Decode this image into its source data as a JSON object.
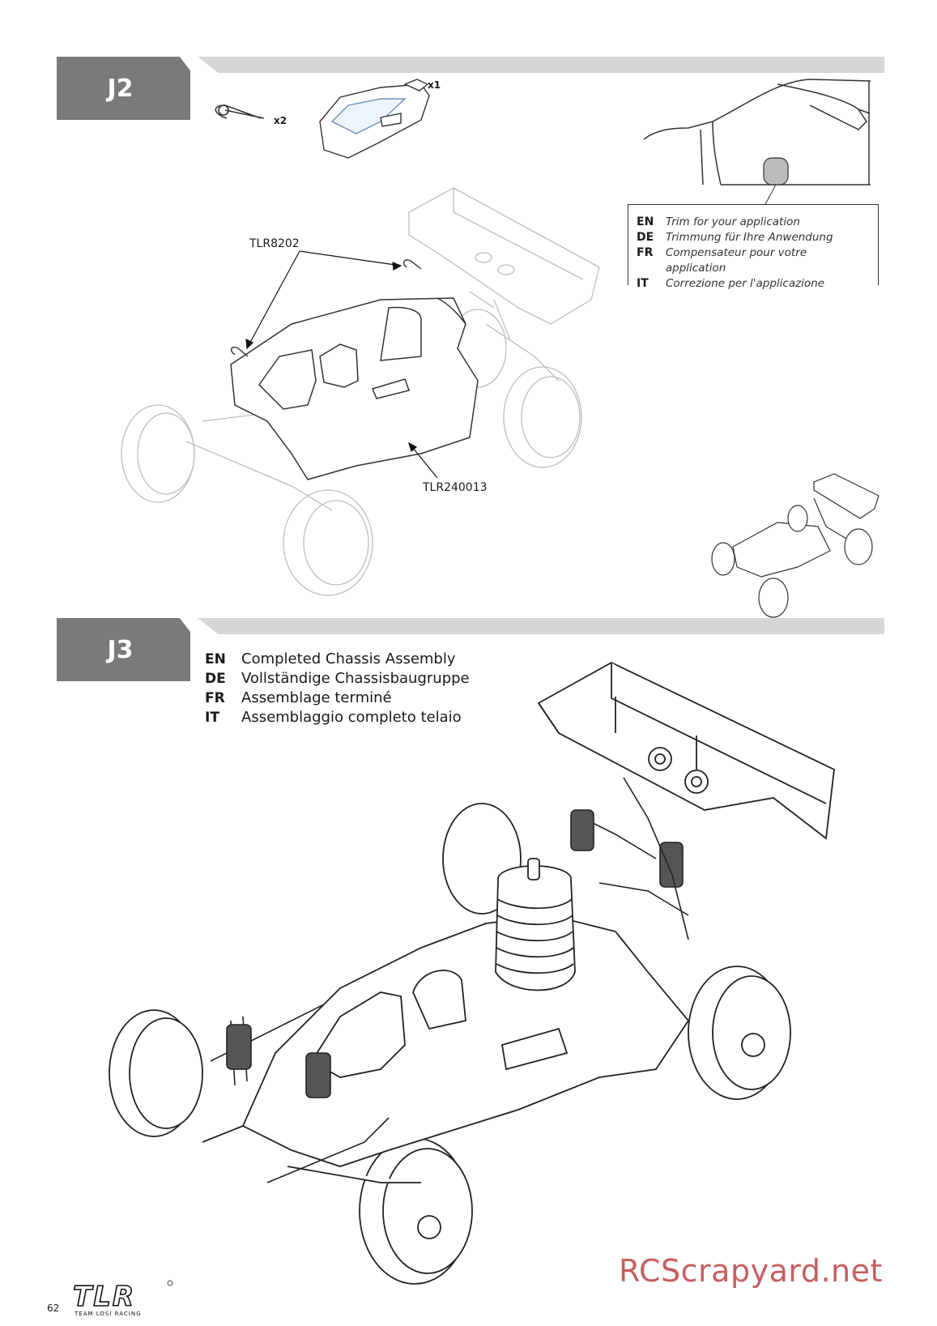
{
  "steps": {
    "j2": {
      "label": "J2",
      "qty_clip": "x2",
      "qty_body": "x1",
      "callout_pin": "TLR8202",
      "callout_body": "TLR240013",
      "trim_note": [
        {
          "code": "EN",
          "text": "Trim for your application"
        },
        {
          "code": "DE",
          "text": "Trimmung für Ihre Anwendung"
        },
        {
          "code": "FR",
          "text": "Compensateur pour votre application"
        },
        {
          "code": "IT",
          "text": "Correzione per l'applicazione"
        }
      ]
    },
    "j3": {
      "label": "J3",
      "caption": [
        {
          "code": "EN",
          "text": "Completed Chassis Assembly"
        },
        {
          "code": "DE",
          "text": "Vollständige Chassisbaugruppe"
        },
        {
          "code": "FR",
          "text": "Assemblage terminé"
        },
        {
          "code": "IT",
          "text": "Assemblaggio completo telaio"
        }
      ]
    }
  },
  "footer": {
    "page_number": "62",
    "logo_text": "TLR",
    "logo_subtext": "TEAM LOSI RACING",
    "watermark": "RCScrapyard.net"
  }
}
